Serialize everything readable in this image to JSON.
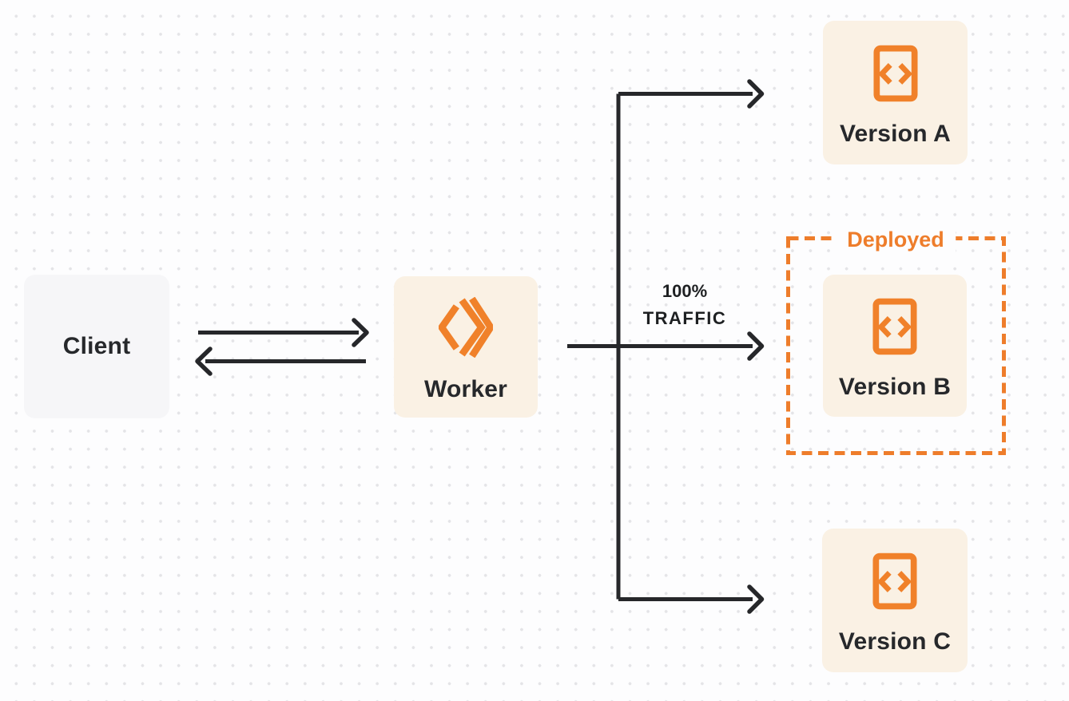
{
  "colors": {
    "accent_orange": "#EE7D2B",
    "icon_orange": "#F0812A",
    "node_cream": "#FAF1E4",
    "node_gray": "#F6F6F8",
    "connector_dark": "#26272A",
    "background": "#FDFDFE",
    "dot_grid": "#E4E4E7"
  },
  "nodes": {
    "client": {
      "label": "Client"
    },
    "worker": {
      "label": "Worker",
      "icon": "cloudflare-workers-logo"
    },
    "version_a": {
      "label": "Version A",
      "icon": "code-file"
    },
    "version_b": {
      "label": "Version B",
      "icon": "code-file"
    },
    "version_c": {
      "label": "Version C",
      "icon": "code-file"
    }
  },
  "annotations": {
    "deployed_label": "Deployed",
    "traffic_label_line1": "100%",
    "traffic_label_line2": "TRAFFIC"
  }
}
